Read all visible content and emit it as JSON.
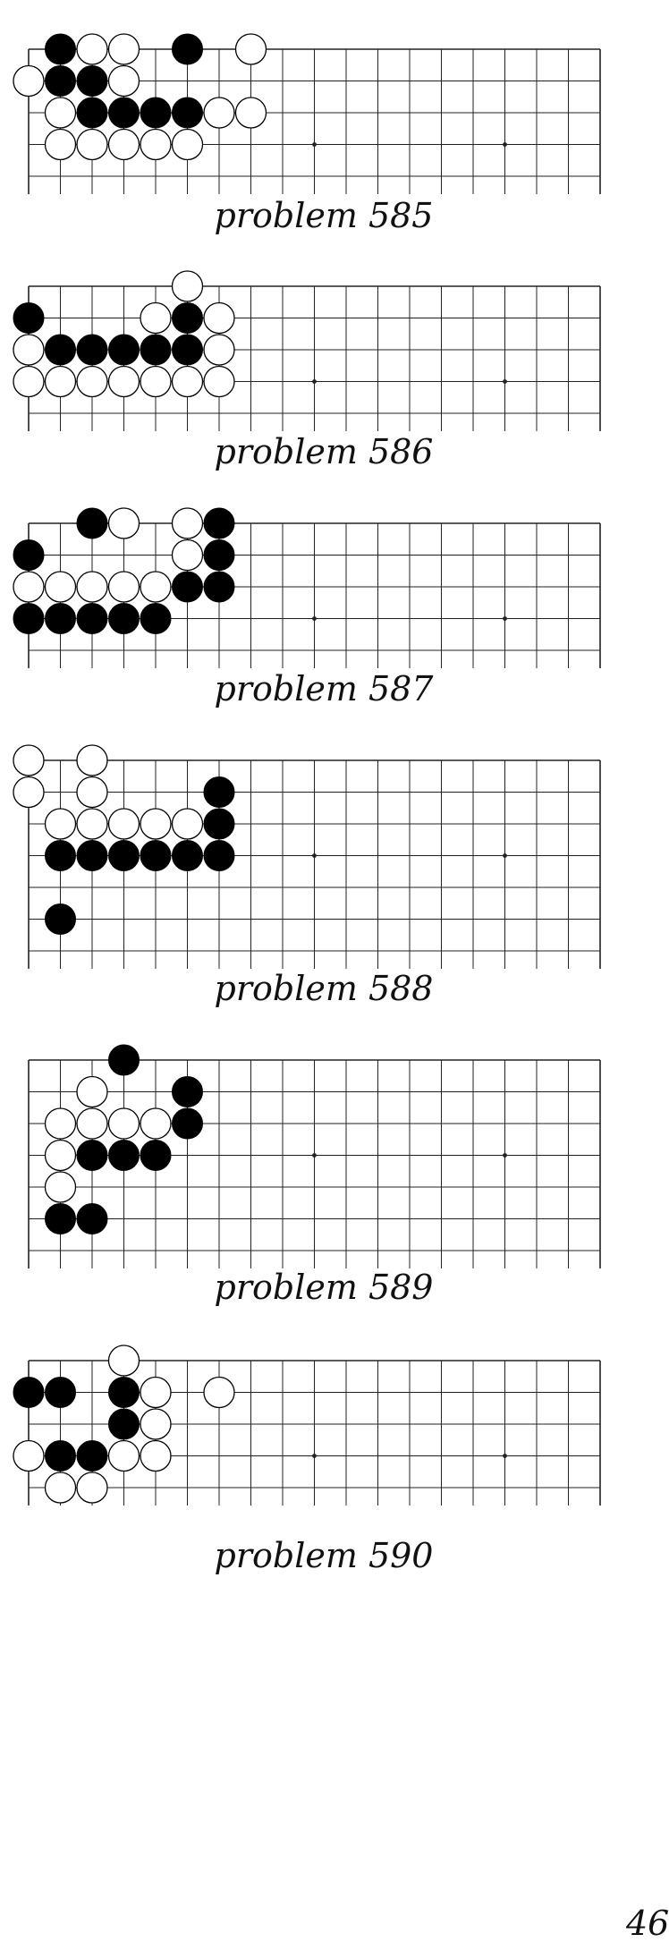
{
  "board": {
    "columns": 19,
    "hoshi_columns": [
      9,
      15
    ],
    "colors": {
      "line": "#222222",
      "black_stone": "#000000",
      "white_stone": "#ffffff",
      "stone_outline": "#000000"
    }
  },
  "problems": [
    {
      "label": "problem 585",
      "visible_rows": 5,
      "hoshi_row": 3,
      "black": [
        [
          1,
          0
        ],
        [
          5,
          0
        ],
        [
          1,
          1
        ],
        [
          2,
          1
        ],
        [
          2,
          2
        ],
        [
          3,
          2
        ],
        [
          4,
          2
        ],
        [
          5,
          2
        ]
      ],
      "white": [
        [
          2,
          0
        ],
        [
          3,
          0
        ],
        [
          7,
          0
        ],
        [
          0,
          1
        ],
        [
          3,
          1
        ],
        [
          1,
          2
        ],
        [
          6,
          2
        ],
        [
          7,
          2
        ],
        [
          1,
          3
        ],
        [
          2,
          3
        ],
        [
          3,
          3
        ],
        [
          4,
          3
        ],
        [
          5,
          3
        ]
      ]
    },
    {
      "label": "problem 586",
      "visible_rows": 5,
      "hoshi_row": 3,
      "black": [
        [
          5,
          1
        ],
        [
          0,
          1
        ],
        [
          1,
          2
        ],
        [
          2,
          2
        ],
        [
          3,
          2
        ],
        [
          4,
          2
        ],
        [
          5,
          2
        ]
      ],
      "white": [
        [
          5,
          0
        ],
        [
          4,
          1
        ],
        [
          6,
          1
        ],
        [
          0,
          2
        ],
        [
          6,
          2
        ],
        [
          0,
          3
        ],
        [
          1,
          3
        ],
        [
          2,
          3
        ],
        [
          3,
          3
        ],
        [
          4,
          3
        ],
        [
          5,
          3
        ],
        [
          6,
          3
        ]
      ]
    },
    {
      "label": "problem 587",
      "visible_rows": 5,
      "hoshi_row": 3,
      "black": [
        [
          2,
          0
        ],
        [
          6,
          0
        ],
        [
          0,
          1
        ],
        [
          6,
          1
        ],
        [
          5,
          2
        ],
        [
          6,
          2
        ],
        [
          0,
          3
        ],
        [
          1,
          3
        ],
        [
          2,
          3
        ],
        [
          3,
          3
        ],
        [
          4,
          3
        ]
      ],
      "white": [
        [
          3,
          0
        ],
        [
          5,
          0
        ],
        [
          5,
          1
        ],
        [
          0,
          2
        ],
        [
          1,
          2
        ],
        [
          2,
          2
        ],
        [
          3,
          2
        ],
        [
          4,
          2
        ]
      ]
    },
    {
      "label": "problem 588",
      "visible_rows": 7,
      "hoshi_row": 3,
      "black": [
        [
          6,
          1
        ],
        [
          6,
          2
        ],
        [
          1,
          3
        ],
        [
          2,
          3
        ],
        [
          3,
          3
        ],
        [
          4,
          3
        ],
        [
          5,
          3
        ],
        [
          6,
          3
        ],
        [
          1,
          5
        ]
      ],
      "white": [
        [
          0,
          0
        ],
        [
          2,
          0
        ],
        [
          0,
          1
        ],
        [
          2,
          1
        ],
        [
          1,
          2
        ],
        [
          2,
          2
        ],
        [
          3,
          2
        ],
        [
          4,
          2
        ],
        [
          5,
          2
        ]
      ]
    },
    {
      "label": "problem 589",
      "visible_rows": 7,
      "hoshi_row": 3,
      "black": [
        [
          3,
          0
        ],
        [
          5,
          1
        ],
        [
          5,
          2
        ],
        [
          2,
          3
        ],
        [
          3,
          3
        ],
        [
          4,
          3
        ],
        [
          1,
          5
        ],
        [
          2,
          5
        ]
      ],
      "white": [
        [
          2,
          1
        ],
        [
          1,
          2
        ],
        [
          2,
          2
        ],
        [
          3,
          2
        ],
        [
          4,
          2
        ],
        [
          1,
          3
        ],
        [
          1,
          4
        ]
      ]
    },
    {
      "label": "problem 590",
      "visible_rows": 5,
      "hoshi_row": 3,
      "black": [
        [
          0,
          1
        ],
        [
          1,
          1
        ],
        [
          3,
          1
        ],
        [
          3,
          2
        ],
        [
          1,
          3
        ],
        [
          2,
          3
        ]
      ],
      "white": [
        [
          3,
          0
        ],
        [
          4,
          1
        ],
        [
          6,
          1
        ],
        [
          4,
          2
        ],
        [
          0,
          3
        ],
        [
          3,
          3
        ],
        [
          4,
          3
        ],
        [
          1,
          4
        ],
        [
          2,
          4
        ]
      ]
    }
  ],
  "page_number": "46"
}
